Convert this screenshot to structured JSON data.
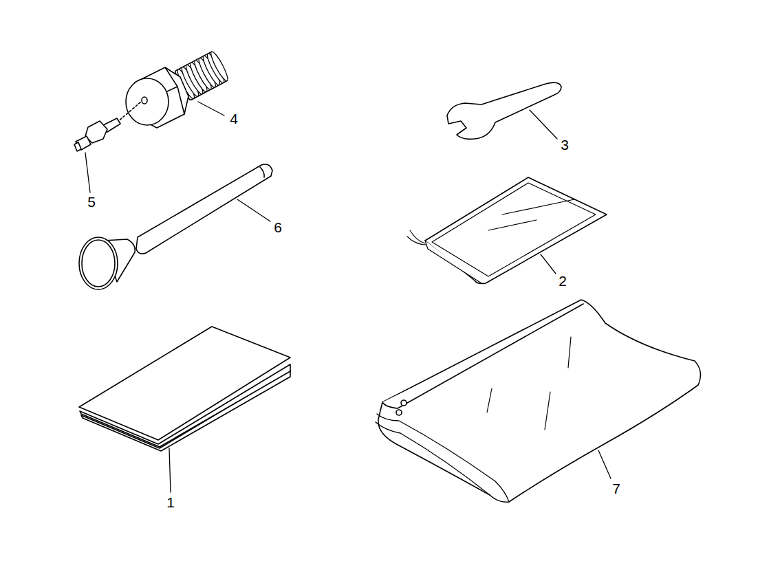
{
  "diagram": {
    "labels": [
      "4",
      "3",
      "5",
      "6",
      "2",
      "1",
      "7"
    ]
  }
}
